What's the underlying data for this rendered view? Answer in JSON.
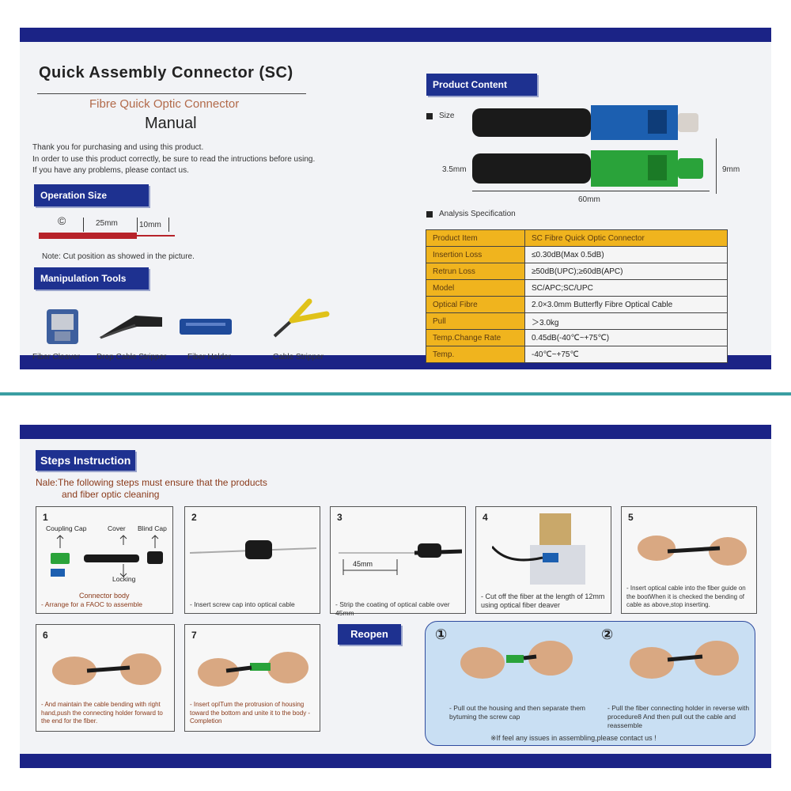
{
  "top": {
    "title": "Quick  Assembly Connector (SC)",
    "subtitle": "Fibre Quick Optic Connector",
    "manual": "Manual",
    "intro": [
      "Thank you for purchasing and using this product.",
      "In order to use this product correctly, be sure to read the intructions before using.",
      "If you have any problems, please contact us."
    ],
    "operation_size_label": "Operation Size",
    "ruler": {
      "symbol": "©",
      "left": "25mm",
      "right": "10mm"
    },
    "note": "Note: Cut position as showed in the picture.",
    "manipulation_tools_label": "Manipulation Tools",
    "tools": [
      {
        "name": "Fiber Cleaver",
        "icon": "fiber-cleaver-icon"
      },
      {
        "name": "Drop Cable Stripper",
        "icon": "drop-cable-stripper-icon"
      },
      {
        "name": "Fiber Holder",
        "icon": "fiber-holder-icon"
      },
      {
        "name": "Cable Stripper",
        "icon": "cable-stripper-icon"
      }
    ],
    "product_content_label": "Product Content",
    "size_label": "Size",
    "dims": {
      "height": "3.5mm",
      "length": "60mm",
      "width": "9mm"
    },
    "analysis_label": "Analysis Specification",
    "spec": [
      {
        "key": "Product Item",
        "value": "SC Fibre Quick Optic Connector"
      },
      {
        "key": "Insertion Loss",
        "value": "≤0.30dB(Max 0.5dB)"
      },
      {
        "key": "Retrun Loss",
        "value": "≥50dB(UPC);≥60dB(APC)"
      },
      {
        "key": "Model",
        "value": "SC/APC;SC/UPC"
      },
      {
        "key": "Optical Fibre",
        "value": "2.0×3.0mm Butterfly Fibre Optical Cable"
      },
      {
        "key": "Pull",
        "value": "＞3.0kg"
      },
      {
        "key": "Temp.Change Rate",
        "value": "0.45dB(-40℃~+75℃)"
      },
      {
        "key": "Temp.",
        "value": "-40℃~+75℃"
      }
    ],
    "colors": {
      "band": "#1b2386",
      "header": "#1e3190",
      "spec_key": "#f0b41e",
      "blue_connector": "#1c5fb0",
      "green_connector": "#2aa33a",
      "red_bar": "#b7232a"
    }
  },
  "bottom": {
    "steps_label": "Steps Instruction",
    "note_line1": "Nale:The following steps must ensure that the products",
    "note_line2": "and fiber optic cleaning",
    "step1": {
      "num": "1",
      "coupling_cap": "Coupling Cap",
      "cover": "Cover",
      "blind_cap": "Blind Cap",
      "locking": "Locking",
      "body": "Connector body",
      "caption": "- Arrange for a FAOC to assemble"
    },
    "step2": {
      "num": "2",
      "caption": "- Insert screw cap into optical cable"
    },
    "step3": {
      "num": "3",
      "dim": "45mm",
      "caption": "- Strip the coating of optical cable over 45mm"
    },
    "step4": {
      "num": "4",
      "caption": "- Cut off the fiber at the length of 12mm using optical fiber deaver"
    },
    "step5": {
      "num": "5",
      "caption": "- Insert optical cable into the fiber guide on the bootWhen it is checked the bending of cable as above,stop inserting."
    },
    "step6": {
      "num": "6",
      "caption": "- And maintain the cable bending with right hand,push the connecting holder forward to the end for the fiber."
    },
    "step7": {
      "num": "7",
      "caption": "- Insert opITum the protrusion of housing toward the bottom and unite it to the body - Completion"
    },
    "reopen_label": "Reopen",
    "reopen1": {
      "num": "①",
      "caption": "- Pull out the housing and then separate them bytuming the screw cap"
    },
    "reopen2": {
      "num": "②",
      "caption": "- Pull the fiber connecting holder in reverse with procedure8 And then pull out the cable and reassemble"
    },
    "footer": "※If feel any issues in assembling,please contact us !"
  }
}
